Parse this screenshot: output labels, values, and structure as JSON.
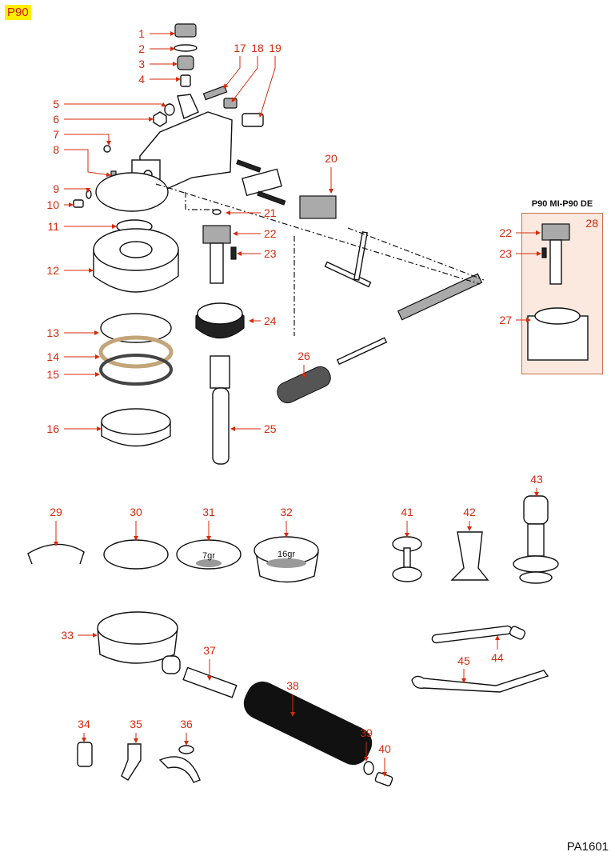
{
  "page_tag": "P90",
  "document_code": "PA1601",
  "inset": {
    "title": "P90 MI-P90 DE",
    "number": "28"
  },
  "basket_marks": {
    "single": "7gr",
    "double": "16gr"
  },
  "callouts": [
    {
      "id": "1",
      "label": "1"
    },
    {
      "id": "2",
      "label": "2"
    },
    {
      "id": "3",
      "label": "3"
    },
    {
      "id": "4",
      "label": "4"
    },
    {
      "id": "5",
      "label": "5"
    },
    {
      "id": "6",
      "label": "6"
    },
    {
      "id": "7",
      "label": "7"
    },
    {
      "id": "8",
      "label": "8"
    },
    {
      "id": "9",
      "label": "9"
    },
    {
      "id": "10",
      "label": "10"
    },
    {
      "id": "11",
      "label": "11"
    },
    {
      "id": "12",
      "label": "12"
    },
    {
      "id": "13",
      "label": "13"
    },
    {
      "id": "14",
      "label": "14"
    },
    {
      "id": "15",
      "label": "15"
    },
    {
      "id": "16",
      "label": "16"
    },
    {
      "id": "17",
      "label": "17"
    },
    {
      "id": "18",
      "label": "18"
    },
    {
      "id": "19",
      "label": "19"
    },
    {
      "id": "20",
      "label": "20"
    },
    {
      "id": "21",
      "label": "21"
    },
    {
      "id": "22",
      "label": "22"
    },
    {
      "id": "23",
      "label": "23"
    },
    {
      "id": "24",
      "label": "24"
    },
    {
      "id": "25",
      "label": "25"
    },
    {
      "id": "26",
      "label": "26"
    },
    {
      "id": "22b",
      "label": "22"
    },
    {
      "id": "23b",
      "label": "23"
    },
    {
      "id": "27",
      "label": "27"
    },
    {
      "id": "29",
      "label": "29"
    },
    {
      "id": "30",
      "label": "30"
    },
    {
      "id": "31",
      "label": "31"
    },
    {
      "id": "32",
      "label": "32"
    },
    {
      "id": "33",
      "label": "33"
    },
    {
      "id": "34",
      "label": "34"
    },
    {
      "id": "35",
      "label": "35"
    },
    {
      "id": "36",
      "label": "36"
    },
    {
      "id": "37",
      "label": "37"
    },
    {
      "id": "38",
      "label": "38"
    },
    {
      "id": "39",
      "label": "39"
    },
    {
      "id": "40",
      "label": "40"
    },
    {
      "id": "41",
      "label": "41"
    },
    {
      "id": "42",
      "label": "42"
    },
    {
      "id": "43",
      "label": "43"
    },
    {
      "id": "44",
      "label": "44"
    },
    {
      "id": "45",
      "label": "45"
    }
  ]
}
